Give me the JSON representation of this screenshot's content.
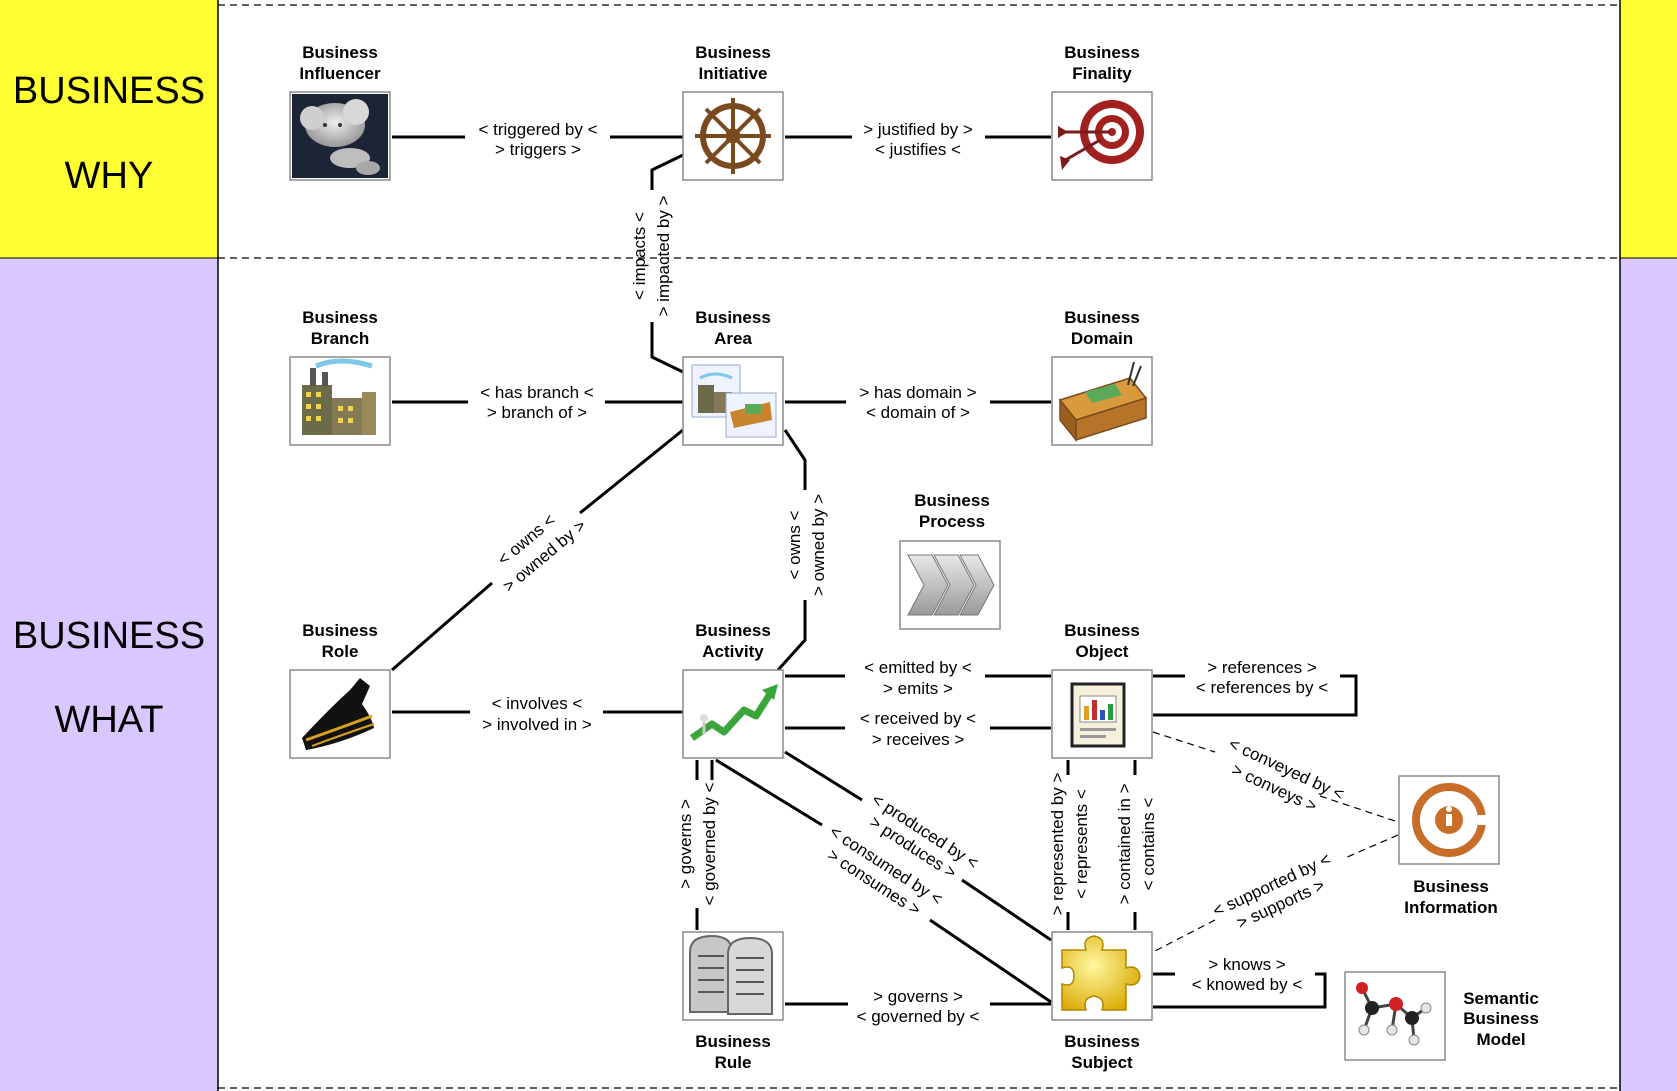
{
  "colors": {
    "why_band": "#ffff33",
    "what_band": "#d9c8ff",
    "line": "#000000"
  },
  "bands": {
    "why": {
      "line1": "BUSINESS",
      "line2": "WHY"
    },
    "what": {
      "line1": "BUSINESS",
      "line2": "WHAT"
    }
  },
  "nodes": {
    "influencer": {
      "title1": "Business",
      "title2": "Influencer",
      "icon": "blowing-cloud-icon"
    },
    "initiative": {
      "title1": "Business",
      "title2": "Initiative",
      "icon": "ship-wheel-icon"
    },
    "finality": {
      "title1": "Business",
      "title2": "Finality",
      "icon": "target-darts-icon"
    },
    "branch": {
      "title1": "Business",
      "title2": "Branch",
      "icon": "factory-icon"
    },
    "area": {
      "title1": "Business",
      "title2": "Area",
      "icon": "factory-desk-icon"
    },
    "domain": {
      "title1": "Business",
      "title2": "Domain",
      "icon": "desk-icon"
    },
    "process": {
      "title1": "Business",
      "title2": "Process",
      "icon": "chevrons-icon"
    },
    "role": {
      "title1": "Business",
      "title2": "Role",
      "icon": "hat-icon"
    },
    "activity": {
      "title1": "Business",
      "title2": "Activity",
      "icon": "growth-arrow-icon"
    },
    "object": {
      "title1": "Business",
      "title2": "Object",
      "icon": "document-chart-icon"
    },
    "information": {
      "title1": "Business",
      "title2": "Information",
      "icon": "info-at-icon"
    },
    "rule": {
      "title1": "Business",
      "title2": "Rule",
      "icon": "stone-tablets-icon"
    },
    "subject": {
      "title1": "Business",
      "title2": "Subject",
      "icon": "puzzle-piece-icon"
    },
    "semantic": {
      "title1": "Semantic",
      "title2": "Business",
      "title3": "Model",
      "icon": "molecule-icon"
    }
  },
  "links": {
    "triggered": {
      "a": "< triggered by <",
      "b": "> triggers >"
    },
    "justified": {
      "a": "> justified by >",
      "b": "< justifies <"
    },
    "impacts": {
      "a": "< impacts <",
      "b": "> impacted by >"
    },
    "branch": {
      "a": "< has branch <",
      "b": "> branch of >"
    },
    "domain": {
      "a": "> has domain >",
      "b": "< domain of >"
    },
    "owns_role": {
      "a": "< owns <",
      "b": "> owned by >"
    },
    "owns_activity": {
      "a": "< owns <",
      "b": "> owned by >"
    },
    "involves": {
      "a": "< involves <",
      "b": "> involved in >"
    },
    "emitted": {
      "a": "< emitted by <",
      "b": "> emits >"
    },
    "received": {
      "a": "< received by <",
      "b": "> receives >"
    },
    "references": {
      "a": "> references >",
      "b": "< references by <"
    },
    "conveyed": {
      "a": "< conveyed by <",
      "b": "> conveys >"
    },
    "produced": {
      "a": "< produced by <",
      "b": "> produces >"
    },
    "consumed": {
      "a": "< consumed by <",
      "b": "> consumes >"
    },
    "governs_activity": {
      "a": "> governs >",
      "b": "< governed by <"
    },
    "represented": {
      "a": "> represented by >",
      "b": "< represents <"
    },
    "contained": {
      "a": "> contained in >",
      "b": "< contains <"
    },
    "supported": {
      "a": "< supported by <",
      "b": "> supports >"
    },
    "knows": {
      "a": "> knows >",
      "b": "< knowed by <"
    },
    "governs_subject": {
      "a": "> governs >",
      "b": "< governed by <"
    }
  }
}
